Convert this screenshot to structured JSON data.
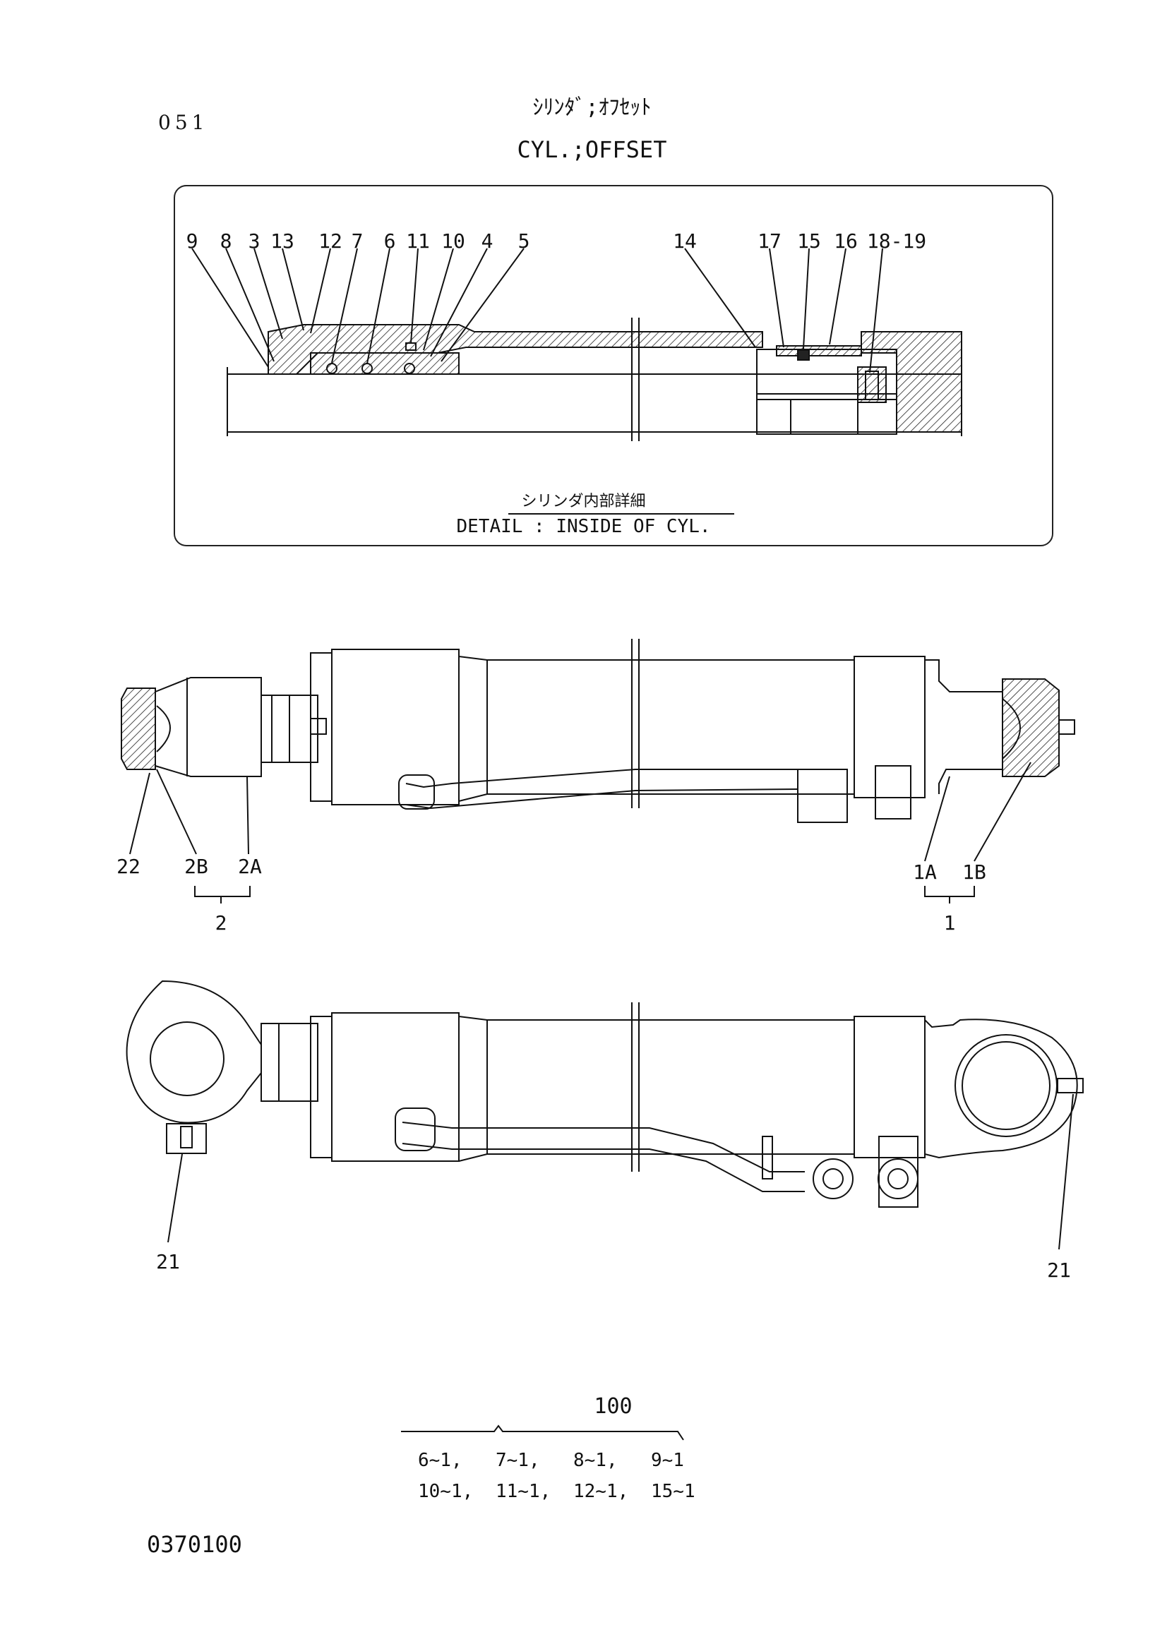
{
  "page_number": "051",
  "title_jp": "ｼﾘﾝﾀﾞ;ｵﾌｾｯﾄ",
  "title_en": "CYL.;OFFSET",
  "detail": {
    "caption_jp": "シリンダ内部詳細",
    "caption_en": "DETAIL : INSIDE OF CYL.",
    "labels": [
      "9",
      "8",
      "3",
      "13",
      "12",
      "7",
      "6",
      "11",
      "10",
      "4",
      "5",
      "14",
      "17",
      "15",
      "16",
      "18-19"
    ]
  },
  "view_top": {
    "labels": [
      "22",
      "2B",
      "2A",
      "2",
      "1A",
      "1B",
      "1"
    ]
  },
  "view_bottom": {
    "labels": [
      "21",
      "21"
    ]
  },
  "kit": {
    "number": "100",
    "row1": [
      "6~1,",
      "7~1,",
      "8~1,",
      "9~1"
    ],
    "row2": [
      "10~1,",
      "11~1,",
      "12~1,",
      "15~1"
    ]
  },
  "drawing_code": "0370100"
}
